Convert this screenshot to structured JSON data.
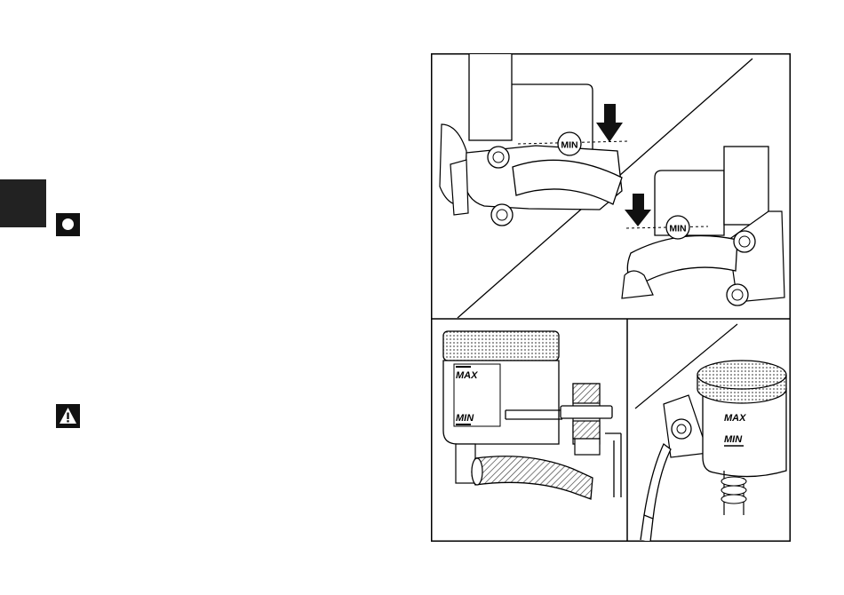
{
  "figure": {
    "panel_top_left_label": "MIN",
    "panel_top_right_label": "MIN",
    "panel_bottom_left": {
      "max_label": "MAX",
      "min_label": "MIN"
    },
    "panel_bottom_right": {
      "max_label": "MAX",
      "min_label": "MIN"
    }
  },
  "icons": {
    "note": "note-circle-icon",
    "warning": "warning-triangle-icon"
  }
}
